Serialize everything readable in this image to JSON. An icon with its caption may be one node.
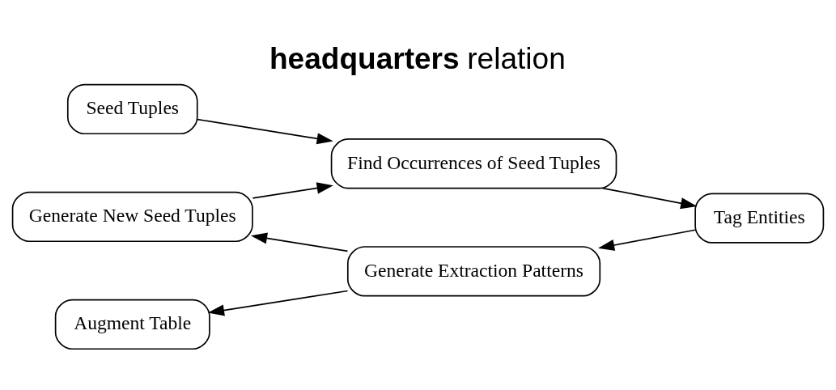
{
  "diagram": {
    "title": "**headquarters** relation",
    "nodes": [
      {
        "text": [
          "Seed Tuples"
        ]
      },
      {
        "text": [
          "Find Occurrences of Seed Tuples"
        ]
      },
      {
        "text": [
          "Tag Entities"
        ]
      },
      {
        "text": [
          "Generate Extraction Patterns"
        ]
      },
      {
        "text": [
          "Generate New Seed Tuples"
        ]
      },
      {
        "text": [
          "Augment Table"
        ]
      }
    ],
    "edges": [
      {
        "from": 0,
        "to": 1,
        "arrow": "to"
      },
      {
        "from": 1,
        "to": 2,
        "arrow": "to"
      },
      {
        "from": 2,
        "to": 3,
        "arrow": "to"
      },
      {
        "from": 3,
        "to": 4,
        "arrow": "to"
      },
      {
        "from": 4,
        "to": 1,
        "arrow": "to"
      },
      {
        "from": 3,
        "to": 5,
        "arrow": "to"
      }
    ]
  }
}
